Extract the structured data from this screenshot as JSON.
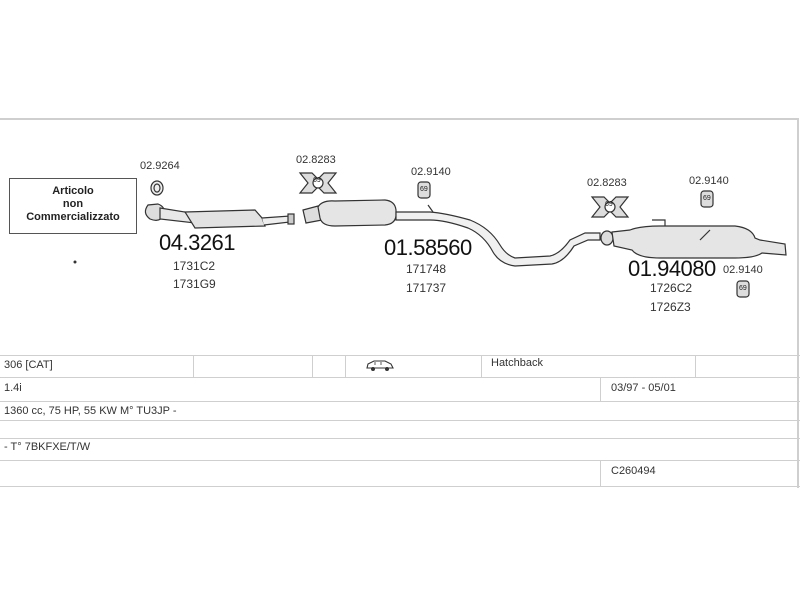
{
  "note": {
    "line1": "Articolo",
    "line2": "non",
    "line3": "Commercializzato"
  },
  "parts": {
    "clamp_1": "02.9264",
    "seal_1": "02.8283",
    "mount_1": "02.9140",
    "seal_2": "02.8283",
    "mount_2": "02.9140",
    "mount_3": "02.9140",
    "front_pipe": {
      "code": "04.3261",
      "refs": [
        "1731C2",
        "1731G9"
      ]
    },
    "middle_silencer": {
      "code": "01.58560",
      "refs": [
        "171748",
        "171737"
      ]
    },
    "rear_silencer": {
      "code": "01.94080",
      "refs": [
        "1726C2",
        "1726Z3"
      ]
    }
  },
  "seal_badge": "69",
  "mount_badge": "69",
  "vehicle": {
    "model": "306  [CAT]",
    "body_icon": "car-icon",
    "body_type": "Hatchback",
    "engine": "1.4i",
    "period": "03/97 - 05/01",
    "specs": "1360 cc, 75 HP, 55 KW  M° TU3JP -",
    "chassis": "- T° 7BKFXE/T/W",
    "reference": "C260494"
  }
}
